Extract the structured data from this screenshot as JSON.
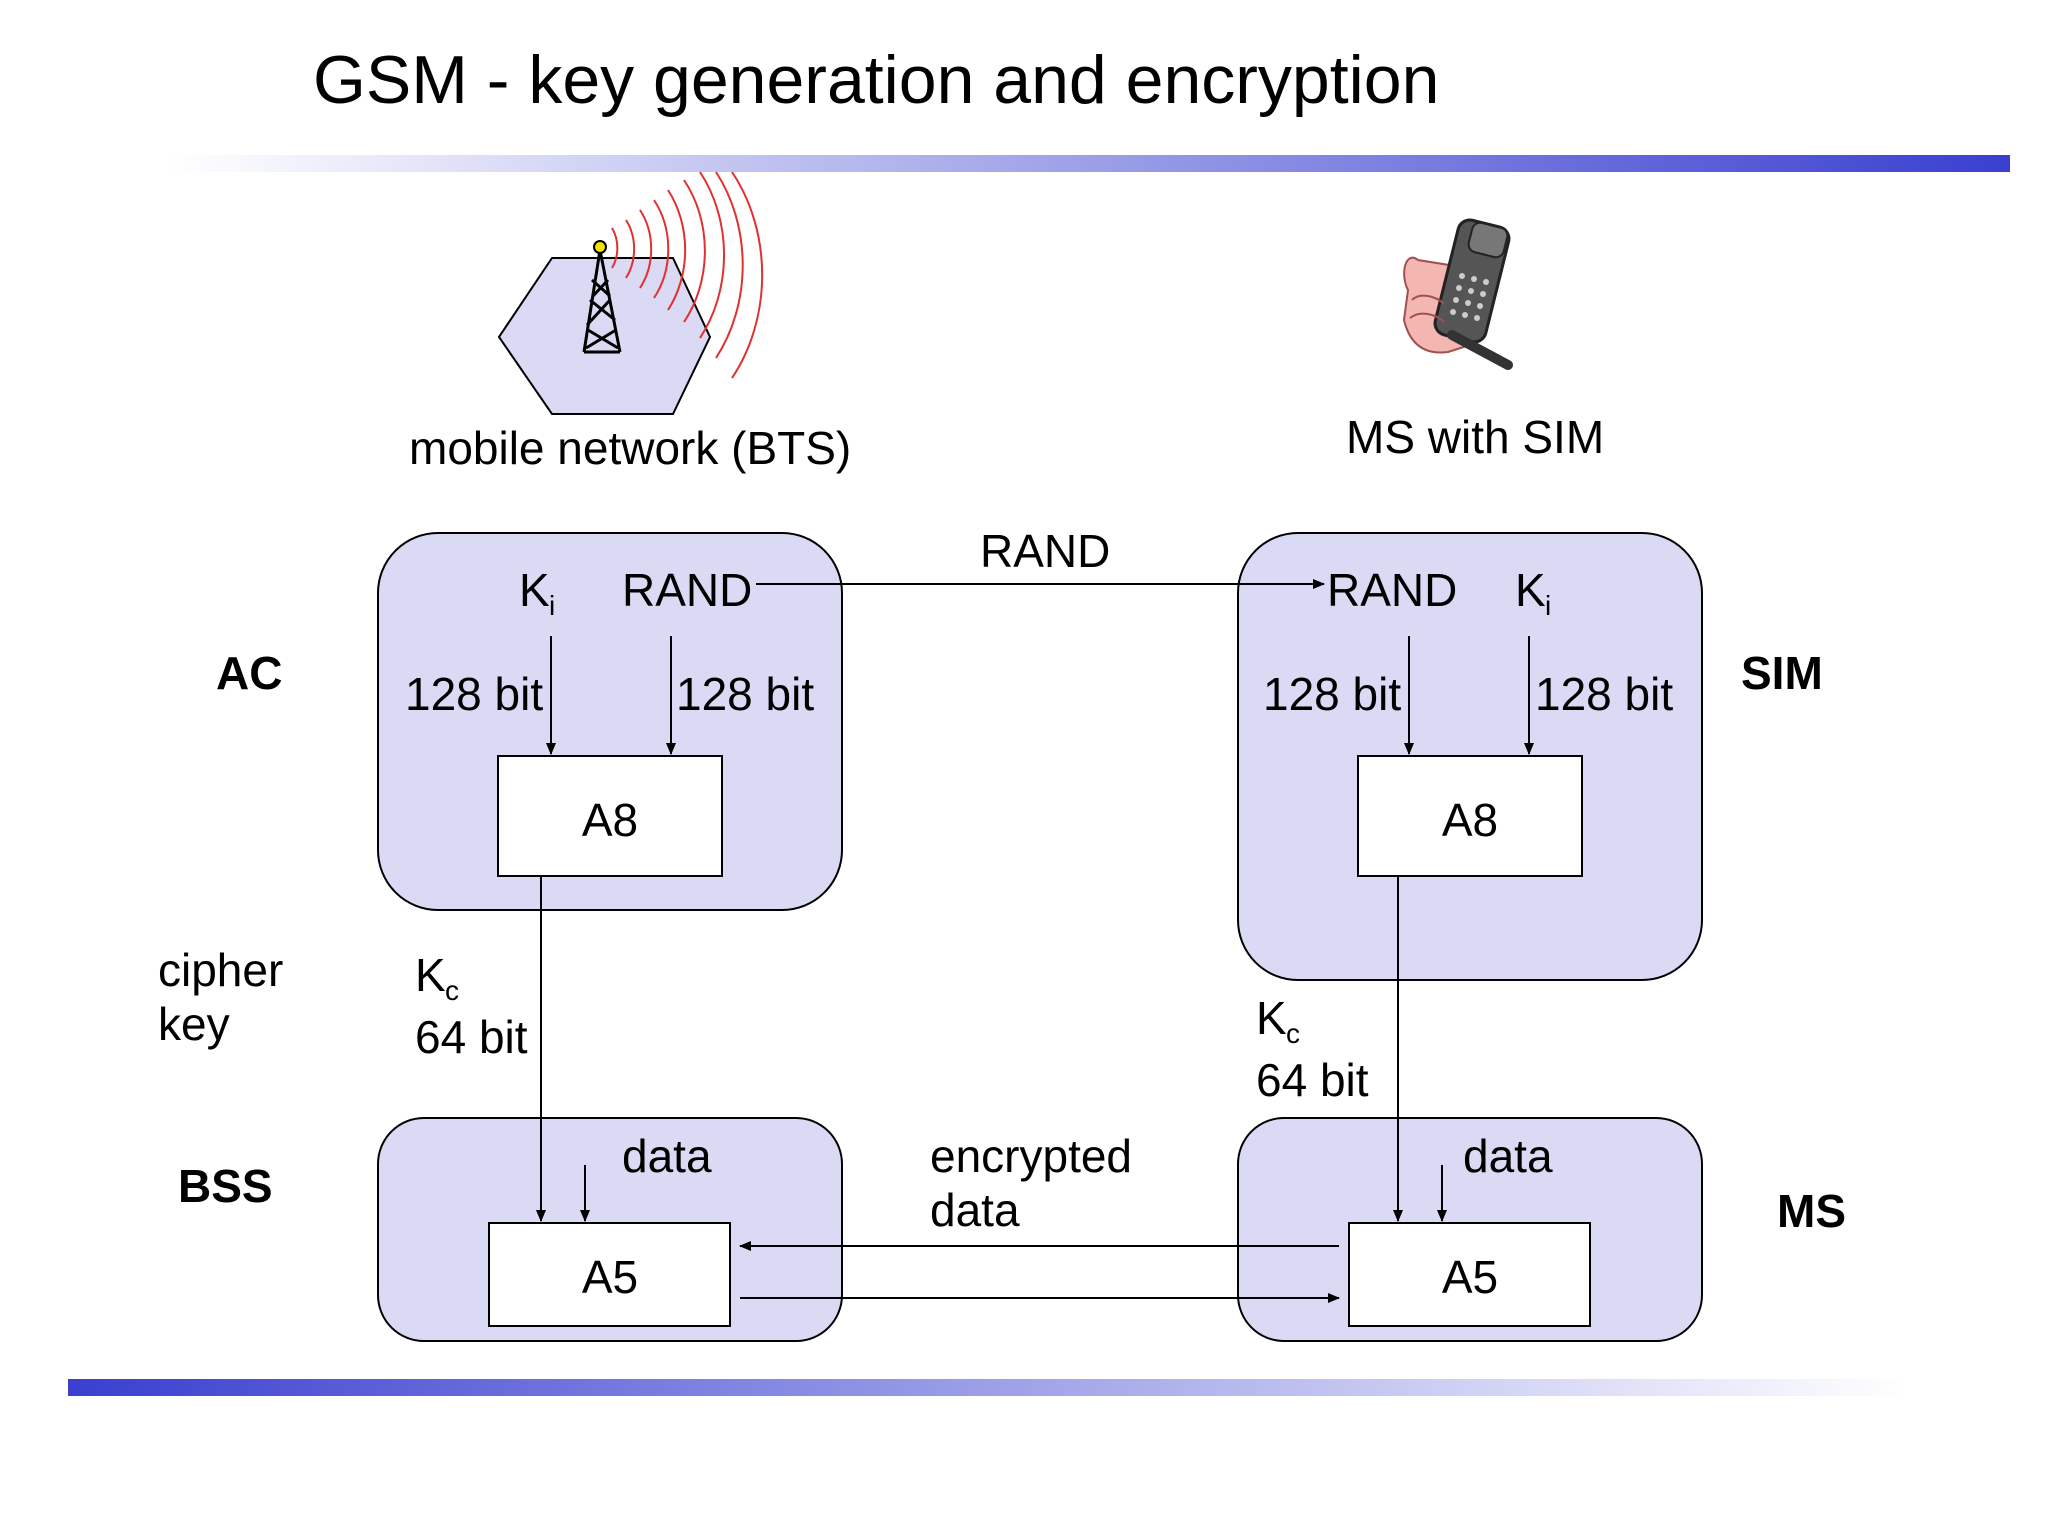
{
  "title": "GSM - key generation and encryption",
  "bts_label": "mobile network (BTS)",
  "ms_label": "MS with SIM",
  "side_labels": {
    "ac": "AC",
    "sim": "SIM",
    "bss": "BSS",
    "ms": "MS"
  },
  "cipher_key": [
    "cipher",
    "key"
  ],
  "rand_transfer": "RAND",
  "ac_box": {
    "ki": "K",
    "ki_sub": "i",
    "rand": "RAND",
    "bits_left": "128 bit",
    "bits_right": "128 bit",
    "algo": "A8"
  },
  "sim_box": {
    "rand": "RAND",
    "ki": "K",
    "ki_sub": "i",
    "bits_left": "128 bit",
    "bits_right": "128 bit",
    "algo": "A8"
  },
  "kc_left": {
    "k": "K",
    "sub": "c",
    "bits": "64 bit"
  },
  "kc_right": {
    "k": "K",
    "sub": "c",
    "bits": "64 bit"
  },
  "bss_box": {
    "data": "data",
    "algo": "A5"
  },
  "ms_box": {
    "data": "data",
    "algo": "A5"
  },
  "encrypted": [
    "encrypted",
    "data"
  ],
  "colors": {
    "box_fill": "#dadaf4",
    "bar_end": "#3a3fd0",
    "signal": "#e03030"
  }
}
